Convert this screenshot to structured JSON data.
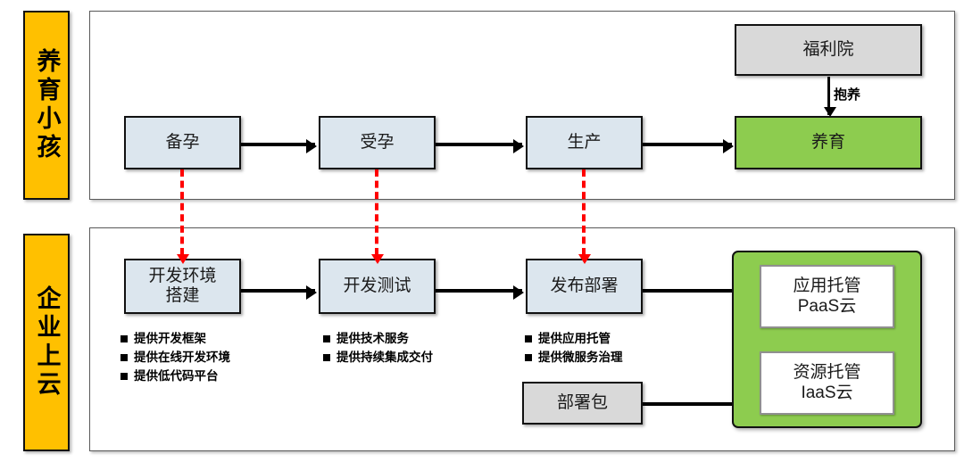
{
  "diagram": {
    "title_hidden": "",
    "colors": {
      "category_label_bg": "#FFC000",
      "process_box_bg": "#DCE6EE",
      "accent_green": "#8DCC4F",
      "gray_box_bg": "#D9D9D9",
      "connector_red": "#FF0000",
      "arrow_black": "#000000"
    },
    "categories": [
      {
        "id": "raising-child",
        "label": "养育小孩"
      },
      {
        "id": "enterprise-cloud",
        "label": "企业上云"
      }
    ],
    "top_track": {
      "steps": [
        {
          "id": "step-beiyun",
          "label": "备孕"
        },
        {
          "id": "step-shouyun",
          "label": "受孕"
        },
        {
          "id": "step-shengchan",
          "label": "生产"
        },
        {
          "id": "step-yangyu",
          "label": "养育"
        }
      ],
      "external": {
        "id": "welfare-institute",
        "label": "福利院"
      },
      "external_arrow_label": "抱养"
    },
    "bottom_track": {
      "steps": [
        {
          "id": "step-dev-env",
          "label": "开发环境\n搭建",
          "line1": "开发环境",
          "line2": "搭建"
        },
        {
          "id": "step-dev-test",
          "label": "开发测试",
          "line1": "开发测试",
          "line2": ""
        },
        {
          "id": "step-release-deploy",
          "label": "发布部署",
          "line1": "发布部署",
          "line2": ""
        }
      ],
      "deployment_package": {
        "id": "deployment-package",
        "label": "部署包"
      },
      "cloud_targets": [
        {
          "id": "paas-cloud",
          "line1": "应用托管",
          "line2": "PaaS云"
        },
        {
          "id": "iaas-cloud",
          "line1": "资源托管",
          "line2": "IaaS云"
        }
      ],
      "bullet_groups": [
        {
          "id": "bullets-dev-env",
          "items": [
            "提供开发框架",
            "提供在线开发环境",
            "提供低代码平台"
          ]
        },
        {
          "id": "bullets-dev-test",
          "items": [
            "提供技术服务",
            "提供持续集成交付"
          ]
        },
        {
          "id": "bullets-release-deploy",
          "items": [
            "提供应用托管",
            "提供微服务治理"
          ]
        }
      ]
    }
  }
}
